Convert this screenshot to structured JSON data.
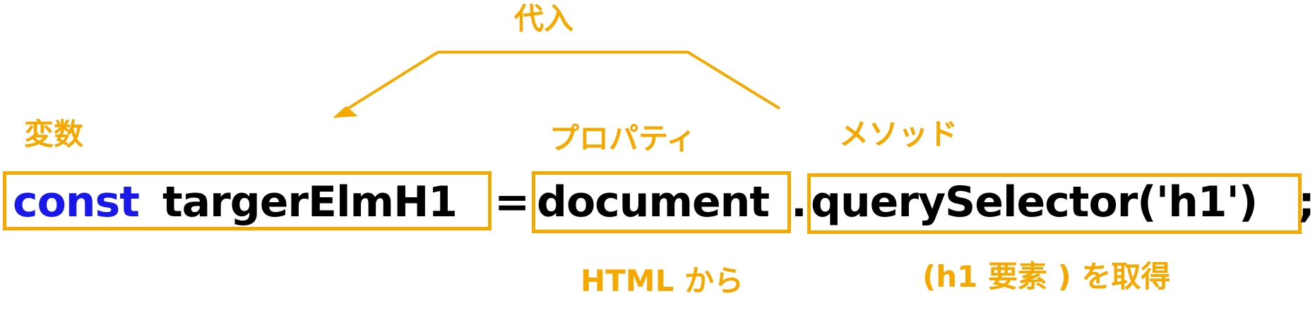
{
  "colors": {
    "accent": "#F5A800",
    "keyword": "#1818E8",
    "code": "#000000"
  },
  "labels": {
    "assign": "代入",
    "variable": "変数",
    "property": "プロパティ",
    "method": "メソッド",
    "from_html": "HTML から",
    "get_element": "(h1 要素 ) を取得"
  },
  "code": {
    "keyword": "const",
    "variable_name": "targerElmH1",
    "equals": "=",
    "object": "document",
    "dot": ".",
    "method_call": "querySelector('h1')",
    "semicolon": ";"
  }
}
